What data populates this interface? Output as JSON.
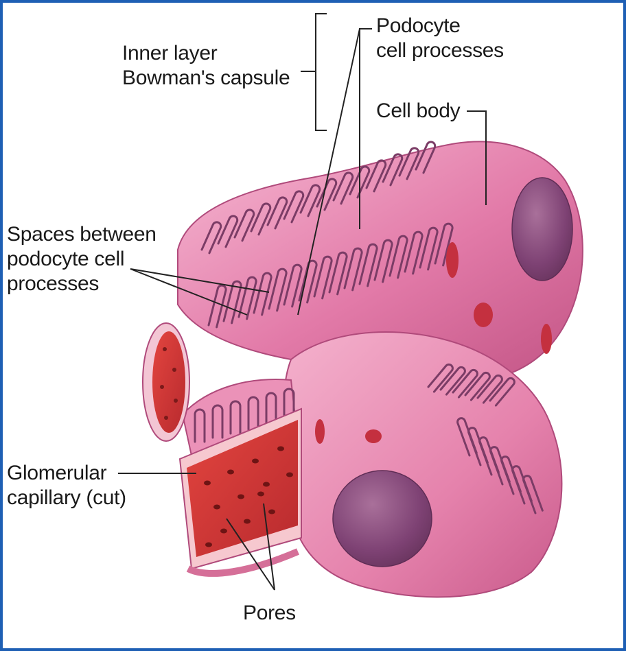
{
  "colors": {
    "frame_border": "#1e5fb4",
    "tissue_light": "#f0a8c6",
    "tissue_mid": "#e07aa6",
    "tissue_dark": "#b94a7a",
    "nucleus": "#8a4a7d",
    "capillary_lumen": "#d93c3c",
    "slit_space": "#fbe6ef",
    "leader_line": "#222222"
  },
  "labels": {
    "inner_layer": [
      "Inner layer",
      "Bowman's capsule"
    ],
    "podocyte_processes": [
      "Podocyte",
      "cell processes"
    ],
    "cell_body": "Cell body",
    "spaces_between": [
      "Spaces between",
      "podocyte cell",
      "processes"
    ],
    "glomerular_capillary": [
      "Glomerular",
      "capillary (cut)"
    ],
    "pores": "Pores"
  },
  "icons": {
    "diagram": "podocyte-illustration-icon",
    "nucleus": "nucleus-icon"
  }
}
